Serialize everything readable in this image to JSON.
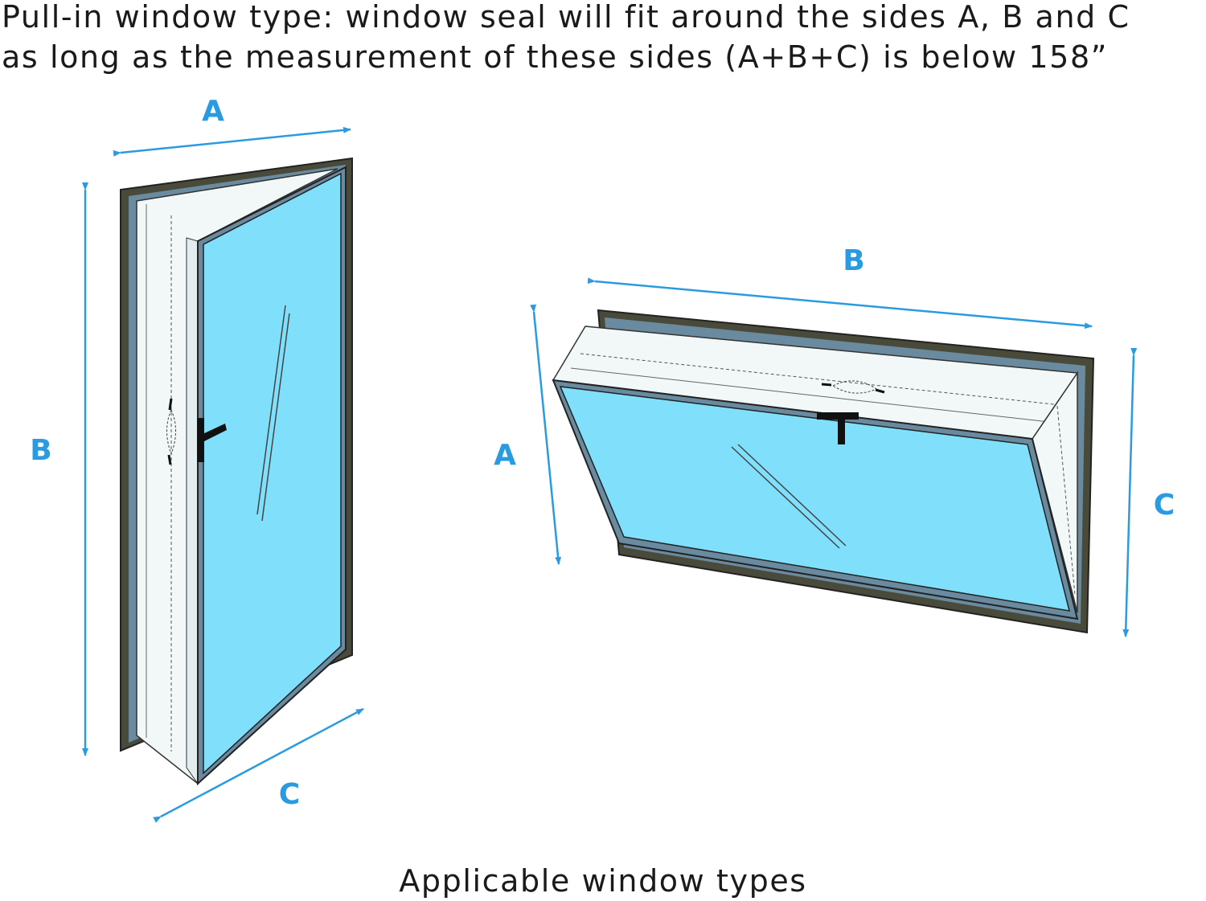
{
  "header": {
    "line1": "Pull-in window type: window seal will fit around the sides A, B and C",
    "line2": "as long as the measurement of these sides (A+B+C) is below 158”"
  },
  "caption": "Applicable window types",
  "casement_window": {
    "label_a": "A",
    "label_b": "B",
    "label_c": "C"
  },
  "hopper_window": {
    "label_a": "A",
    "label_b": "B",
    "label_c": "C"
  },
  "colors": {
    "dimension_arrow": "#2a9be0",
    "frame": "#4a4a3a",
    "frame_inner": "#6a8aa0",
    "glass": "#80e0fb",
    "sash_white": "#f2f7f8",
    "handle": "#111111"
  }
}
